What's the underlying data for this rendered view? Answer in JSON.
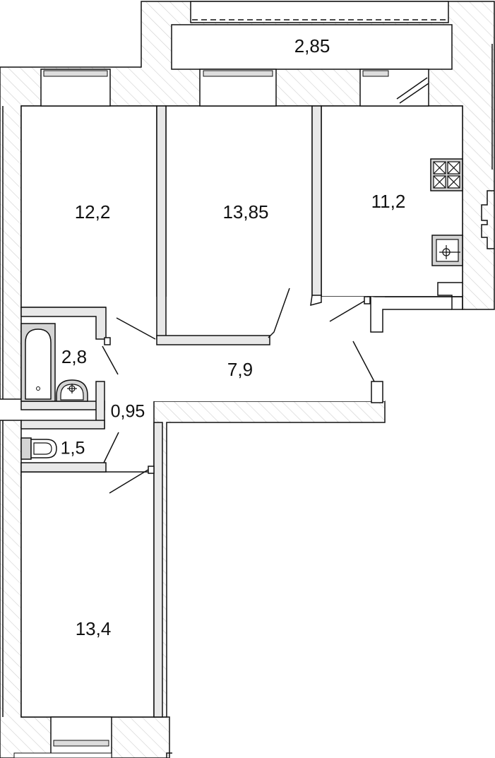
{
  "plan": {
    "colors": {
      "wall": "#eeeeee",
      "hatch": "#c8c8c8",
      "line": "#111111",
      "fixture": "#d4d4d4",
      "background": "#ffffff"
    },
    "rooms": [
      {
        "id": "balcony",
        "area": "2,85"
      },
      {
        "id": "bedroom-left",
        "area": "12,2"
      },
      {
        "id": "bedroom-center",
        "area": "13,85"
      },
      {
        "id": "kitchen",
        "area": "11,2"
      },
      {
        "id": "bathroom",
        "area": "2,8"
      },
      {
        "id": "hallway",
        "area": "7,9"
      },
      {
        "id": "corridor",
        "area": "0,95"
      },
      {
        "id": "toilet",
        "area": "1,5"
      },
      {
        "id": "bedroom-bottom",
        "area": "13,4"
      }
    ]
  }
}
